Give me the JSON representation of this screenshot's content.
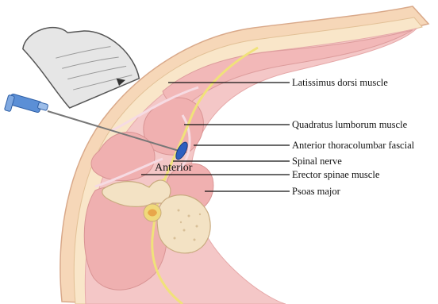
{
  "labels": {
    "latissimus": "Latissimus dorsi muscle",
    "quadratus": "Quadratus lumborum muscle",
    "fascia": "Anterior thoracolumbar fascial",
    "nerve": "Spinal nerve",
    "erector": "Erector spinae muscle",
    "psoas": "Psoas major",
    "anterior": "Anterior"
  },
  "colors": {
    "skin": "#f6d7b8",
    "fat": "#f9e6c9",
    "muscle": "#f2b8b8",
    "muscle_dark": "#e79c9c",
    "fascia": "#f4d2dd",
    "nerve": "#f0e27a",
    "bone": "#f3e2c4",
    "probe": "#e4e4e4",
    "needle_hub": "#5b8fd6"
  }
}
